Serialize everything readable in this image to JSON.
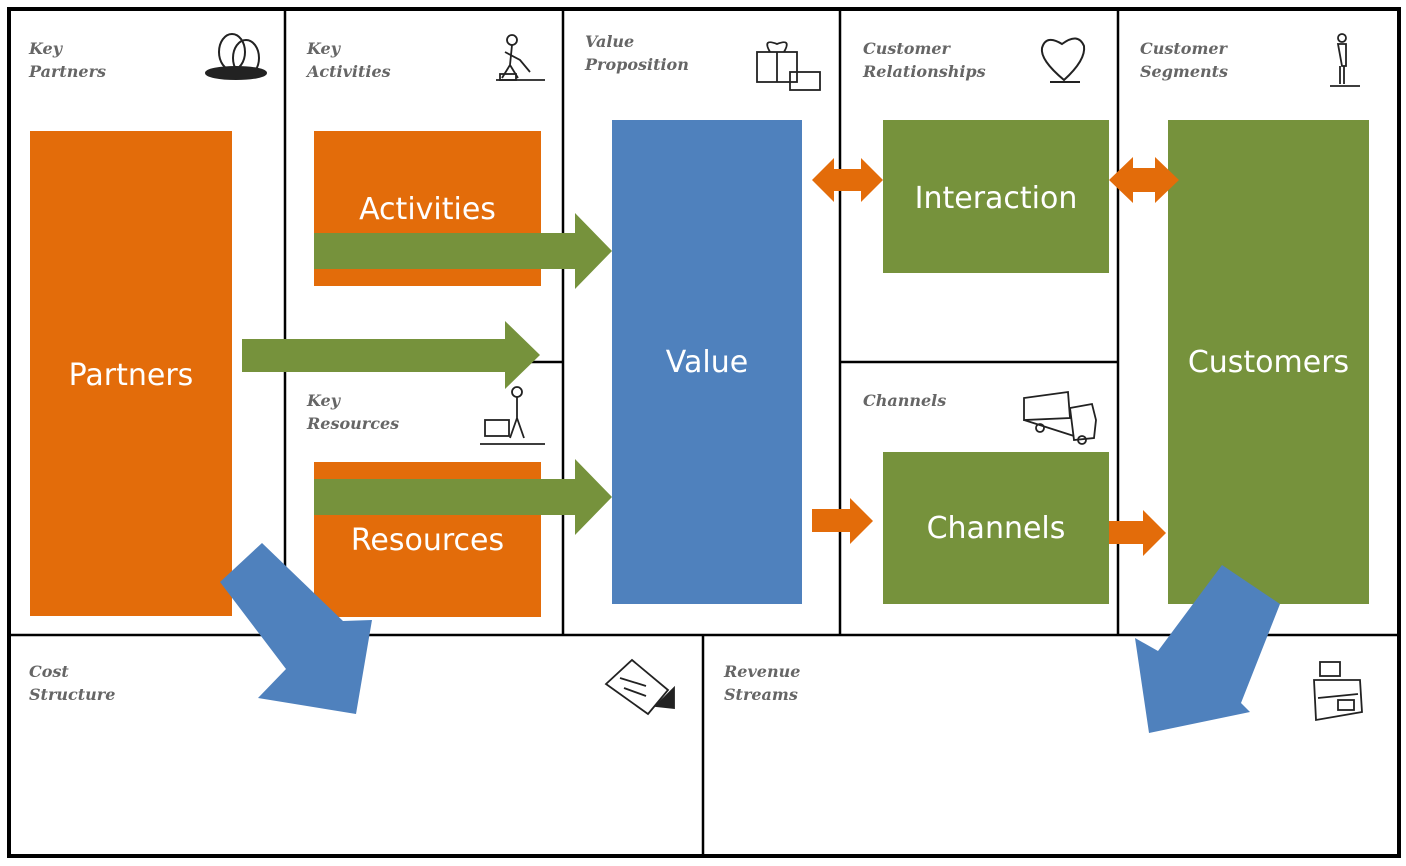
{
  "colors": {
    "orange": "#e36c0a",
    "green": "#76923c",
    "blue": "#4f81bd",
    "border": "#000000",
    "header_text": "#666666"
  },
  "sections": {
    "key_partners": {
      "line1": "Key",
      "line2": "Partners",
      "icon": "rings-icon"
    },
    "key_activities": {
      "line1": "Key",
      "line2": "Activities",
      "icon": "worker-icon"
    },
    "value_proposition": {
      "line1": "Value",
      "line2": "Proposition",
      "icon": "gift-icon"
    },
    "customer_relationships": {
      "line1": "Customer",
      "line2": "Relationships",
      "icon": "heart-icon"
    },
    "customer_segments": {
      "line1": "Customer",
      "line2": "Segments",
      "icon": "person-icon"
    },
    "key_resources": {
      "line1": "Key",
      "line2": "Resources",
      "icon": "forklift-worker-icon"
    },
    "channels": {
      "line1": "Channels",
      "line2": "",
      "icon": "truck-icon"
    },
    "cost_structure": {
      "line1": "Cost",
      "line2": "Structure",
      "icon": "receipt-icon"
    },
    "revenue_streams": {
      "line1": "Revenue",
      "line2": "Streams",
      "icon": "cash-register-icon"
    }
  },
  "boxes": {
    "partners": "Partners",
    "activities": "Activities",
    "resources": "Resources",
    "value": "Value",
    "interaction": "Interaction",
    "channels": "Channels",
    "customers": "Customers"
  }
}
